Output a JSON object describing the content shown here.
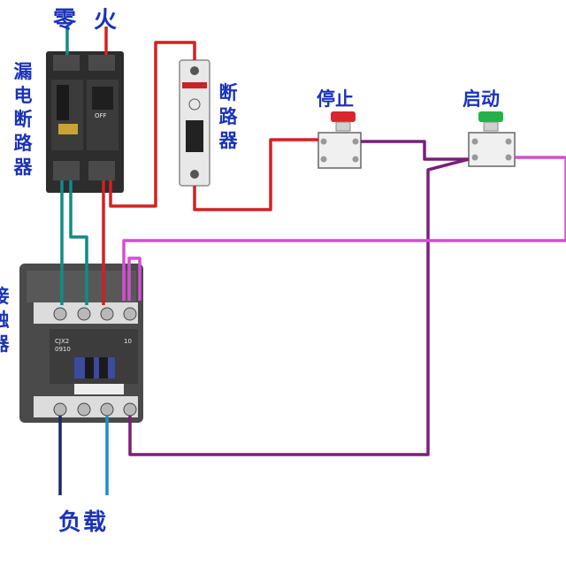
{
  "labels": {
    "neutral": "零",
    "live": "火",
    "rcd_breaker": [
      "漏",
      "电",
      "断",
      "路",
      "器"
    ],
    "breaker": [
      "断",
      "路",
      "器"
    ],
    "stop": "停止",
    "start": "启动",
    "contactor": [
      "接",
      "触",
      "器"
    ],
    "load": "负载"
  },
  "device_text": {
    "rcd_off": "OFF",
    "contactor_model": [
      "CJX2",
      "0910"
    ],
    "contactor_rating": "10"
  },
  "colors": {
    "label": "#1a33b8",
    "wire_red": "#d42020",
    "wire_teal": "#128a8a",
    "wire_purple": "#7a1f7a",
    "wire_magenta": "#d44fd4",
    "wire_navy": "#1c2a60",
    "wire_blue": "#1b8fc9",
    "stop_button": "#d8262b",
    "start_button": "#22b24a"
  }
}
